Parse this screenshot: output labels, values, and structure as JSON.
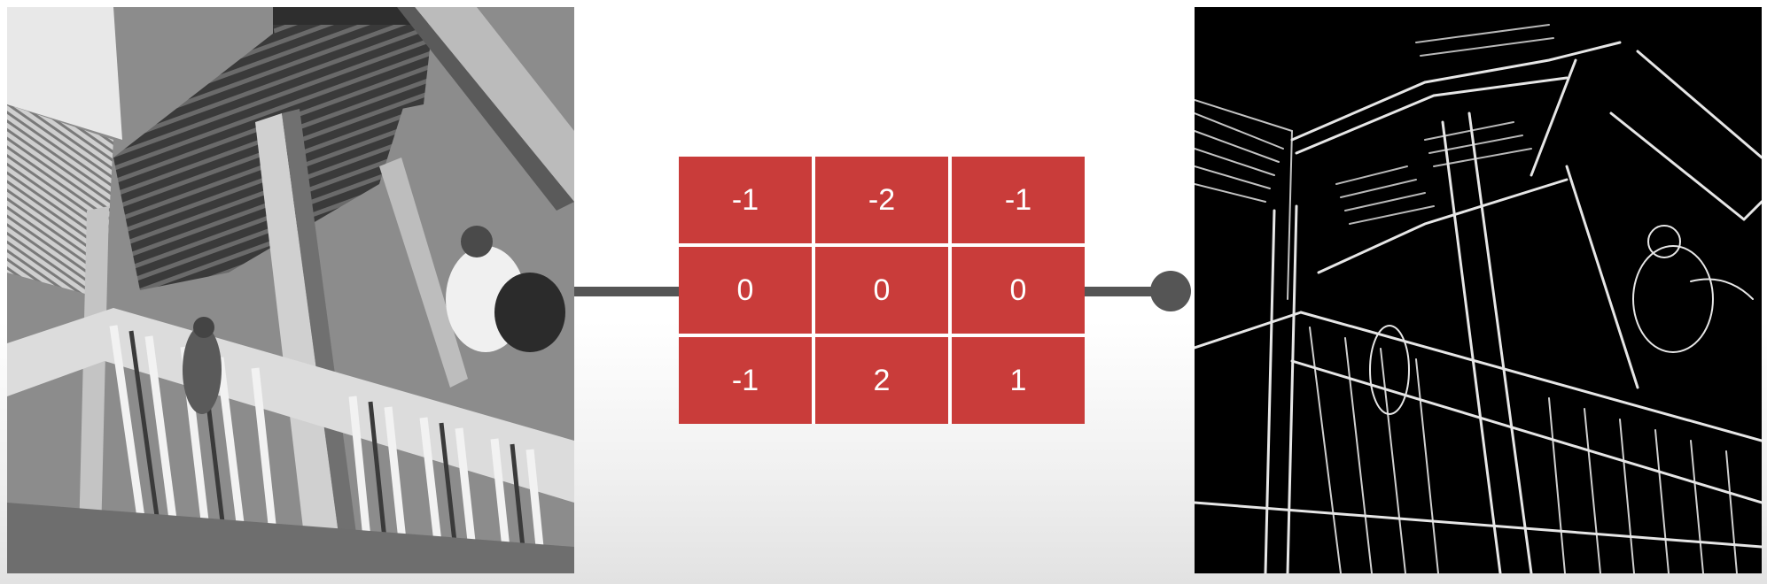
{
  "kernel": {
    "rows": [
      [
        "-1",
        "-2",
        "-1"
      ],
      [
        "0",
        "0",
        "0"
      ],
      [
        "-1",
        "2",
        "1"
      ]
    ]
  },
  "colors": {
    "kernel_cell": "#c93c3a",
    "connector": "#555555",
    "background": "#ffffff",
    "output_background": "#000000"
  },
  "images": {
    "input": "grayscale-photo-staircase",
    "output": "edge-detected-staircase"
  }
}
